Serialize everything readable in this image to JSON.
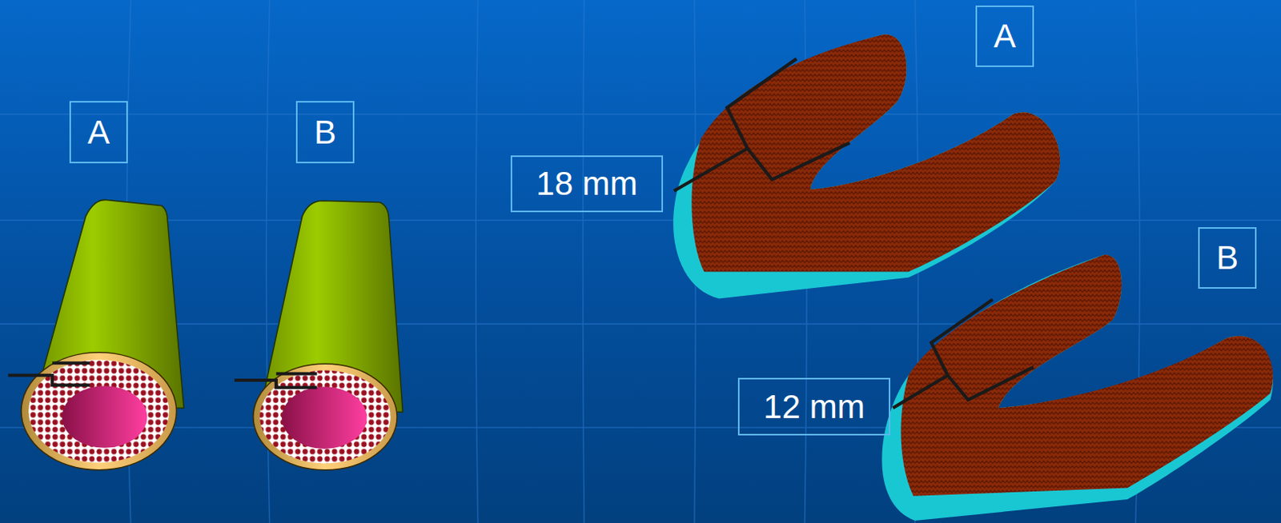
{
  "diagram": {
    "nodes": [
      {
        "text": [
          "A"
        ]
      },
      {
        "text": [
          "B"
        ]
      },
      {
        "text": [
          "18 mm"
        ]
      },
      {
        "text": [
          "A"
        ]
      },
      {
        "text": [
          "12 mm"
        ]
      },
      {
        "text": [
          "B"
        ]
      }
    ],
    "edges": []
  }
}
